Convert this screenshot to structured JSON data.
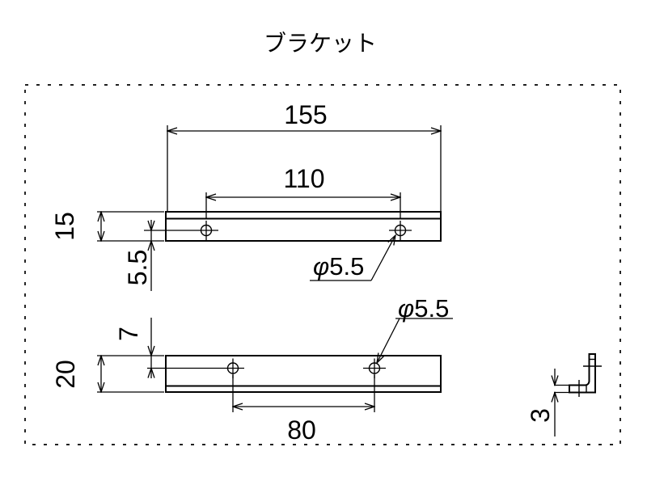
{
  "title": "ブラケット",
  "colors": {
    "line": "#000000",
    "background": "#ffffff"
  },
  "views": {
    "top": {
      "dims": {
        "overall_length": "155",
        "hole_pitch": "110",
        "flange_width": "15",
        "hole_edge_offset": "5.5"
      },
      "hole_label": {
        "symbol": "φ",
        "value": "5.5"
      }
    },
    "front": {
      "dims": {
        "hole_top_offset": "7",
        "height": "20",
        "hole_pitch": "80"
      },
      "hole_label": {
        "symbol": "φ",
        "value": "5.5"
      }
    },
    "side": {
      "dims": {
        "thickness": "3"
      }
    }
  }
}
